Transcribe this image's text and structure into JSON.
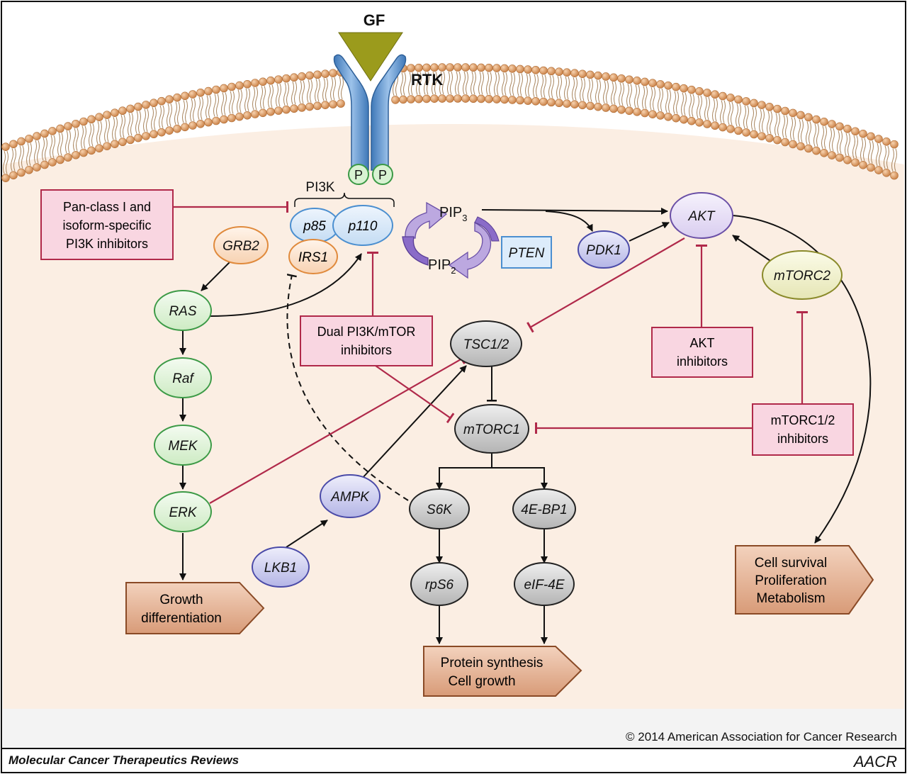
{
  "receptor": {
    "ligand": "GF",
    "receptor": "RTK",
    "phospho": "P"
  },
  "pi3k": {
    "label": "PI3K",
    "p85": "p85",
    "p110": "p110",
    "irs1": "IRS1"
  },
  "lipids": {
    "pip3": "PIP",
    "pip3_sub": "3",
    "pip2": "PIP",
    "pip2_sub": "2",
    "pten": "PTEN"
  },
  "nodes": {
    "grb2": "GRB2",
    "ras": "RAS",
    "raf": "Raf",
    "mek": "MEK",
    "erk": "ERK",
    "pdk1": "PDK1",
    "akt": "AKT",
    "mtorc2": "mTORC2",
    "tsc": "TSC1/2",
    "mtorc1": "mTORC1",
    "ampk": "AMPK",
    "lkb1": "LKB1",
    "s6k": "S6K",
    "ebp1": "4E-BP1",
    "rps6": "rpS6",
    "eif4e": "eIF-4E"
  },
  "inhibitors": {
    "pan": [
      "Pan-class I and",
      "isoform-specific",
      "PI3K inhibitors"
    ],
    "dual": [
      "Dual PI3K/mTOR",
      "inhibitors"
    ],
    "akt": [
      "AKT",
      "inhibitors"
    ],
    "mtorc12": [
      "mTORC1/2",
      "inhibitors"
    ]
  },
  "outcomes": {
    "growth": [
      "Growth",
      "differentiation"
    ],
    "protein": [
      "Protein synthesis",
      "Cell growth"
    ],
    "survival": [
      "Cell survival",
      "Proliferation",
      "Metabolism"
    ]
  },
  "footer": {
    "copyright": "© 2014 American Association for Cancer Research",
    "journal": "Molecular Cancer Therapeutics Reviews",
    "logo": "AACR"
  },
  "colors": {
    "cytoplasm": "#fbeee3",
    "membrane_head": "#e0a36c",
    "inhibitor_fill": "#f9d6e1",
    "inhibitor_line": "#b0294a",
    "green_fill": "#dff3d8",
    "gray_fill": "#c9c9c9",
    "purple_fill": "#cfd0f2",
    "outcome_fill": "#e7b89a"
  }
}
